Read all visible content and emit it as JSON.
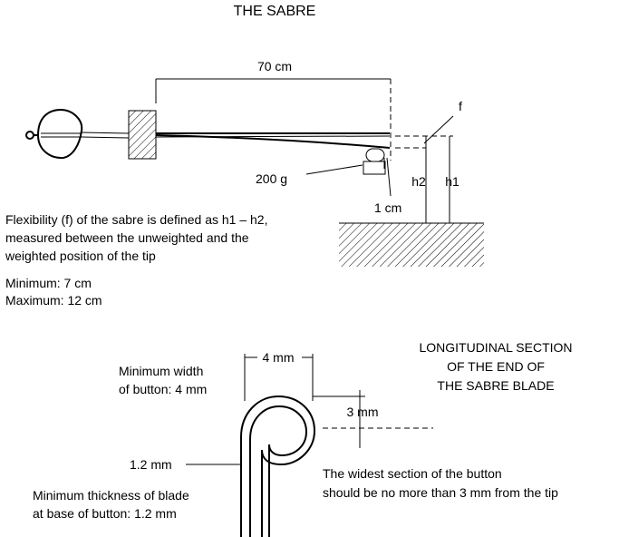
{
  "title": "THE SABRE",
  "flex": {
    "length_label": "70 cm",
    "f_label": "f",
    "weight_label": "200 g",
    "h2_label": "h2",
    "h1_label": "h1",
    "offset_label": "1 cm"
  },
  "definition": {
    "line1": "Flexibility (f) of the sabre is defined as h1 – h2,",
    "line2": "measured between the unweighted and the",
    "line3": "weighted position of the tip"
  },
  "limits": {
    "minimum": "Minimum: 7 cm",
    "maximum": "Maximum: 12 cm"
  },
  "section": {
    "title1": "LONGITUDINAL SECTION",
    "title2": "OF THE END OF",
    "title3": "THE SABRE BLADE",
    "width_label": "4 mm",
    "min_width1": "Minimum width",
    "min_width2": "of button: 4 mm",
    "distance_label": "3 mm",
    "thickness_label": "1.2 mm",
    "widest1": "The widest section of the button",
    "widest2": "should be no more than 3 mm from the tip",
    "min_thick1": "Minimum thickness of blade",
    "min_thick2": "at base of button: 1.2 mm"
  }
}
